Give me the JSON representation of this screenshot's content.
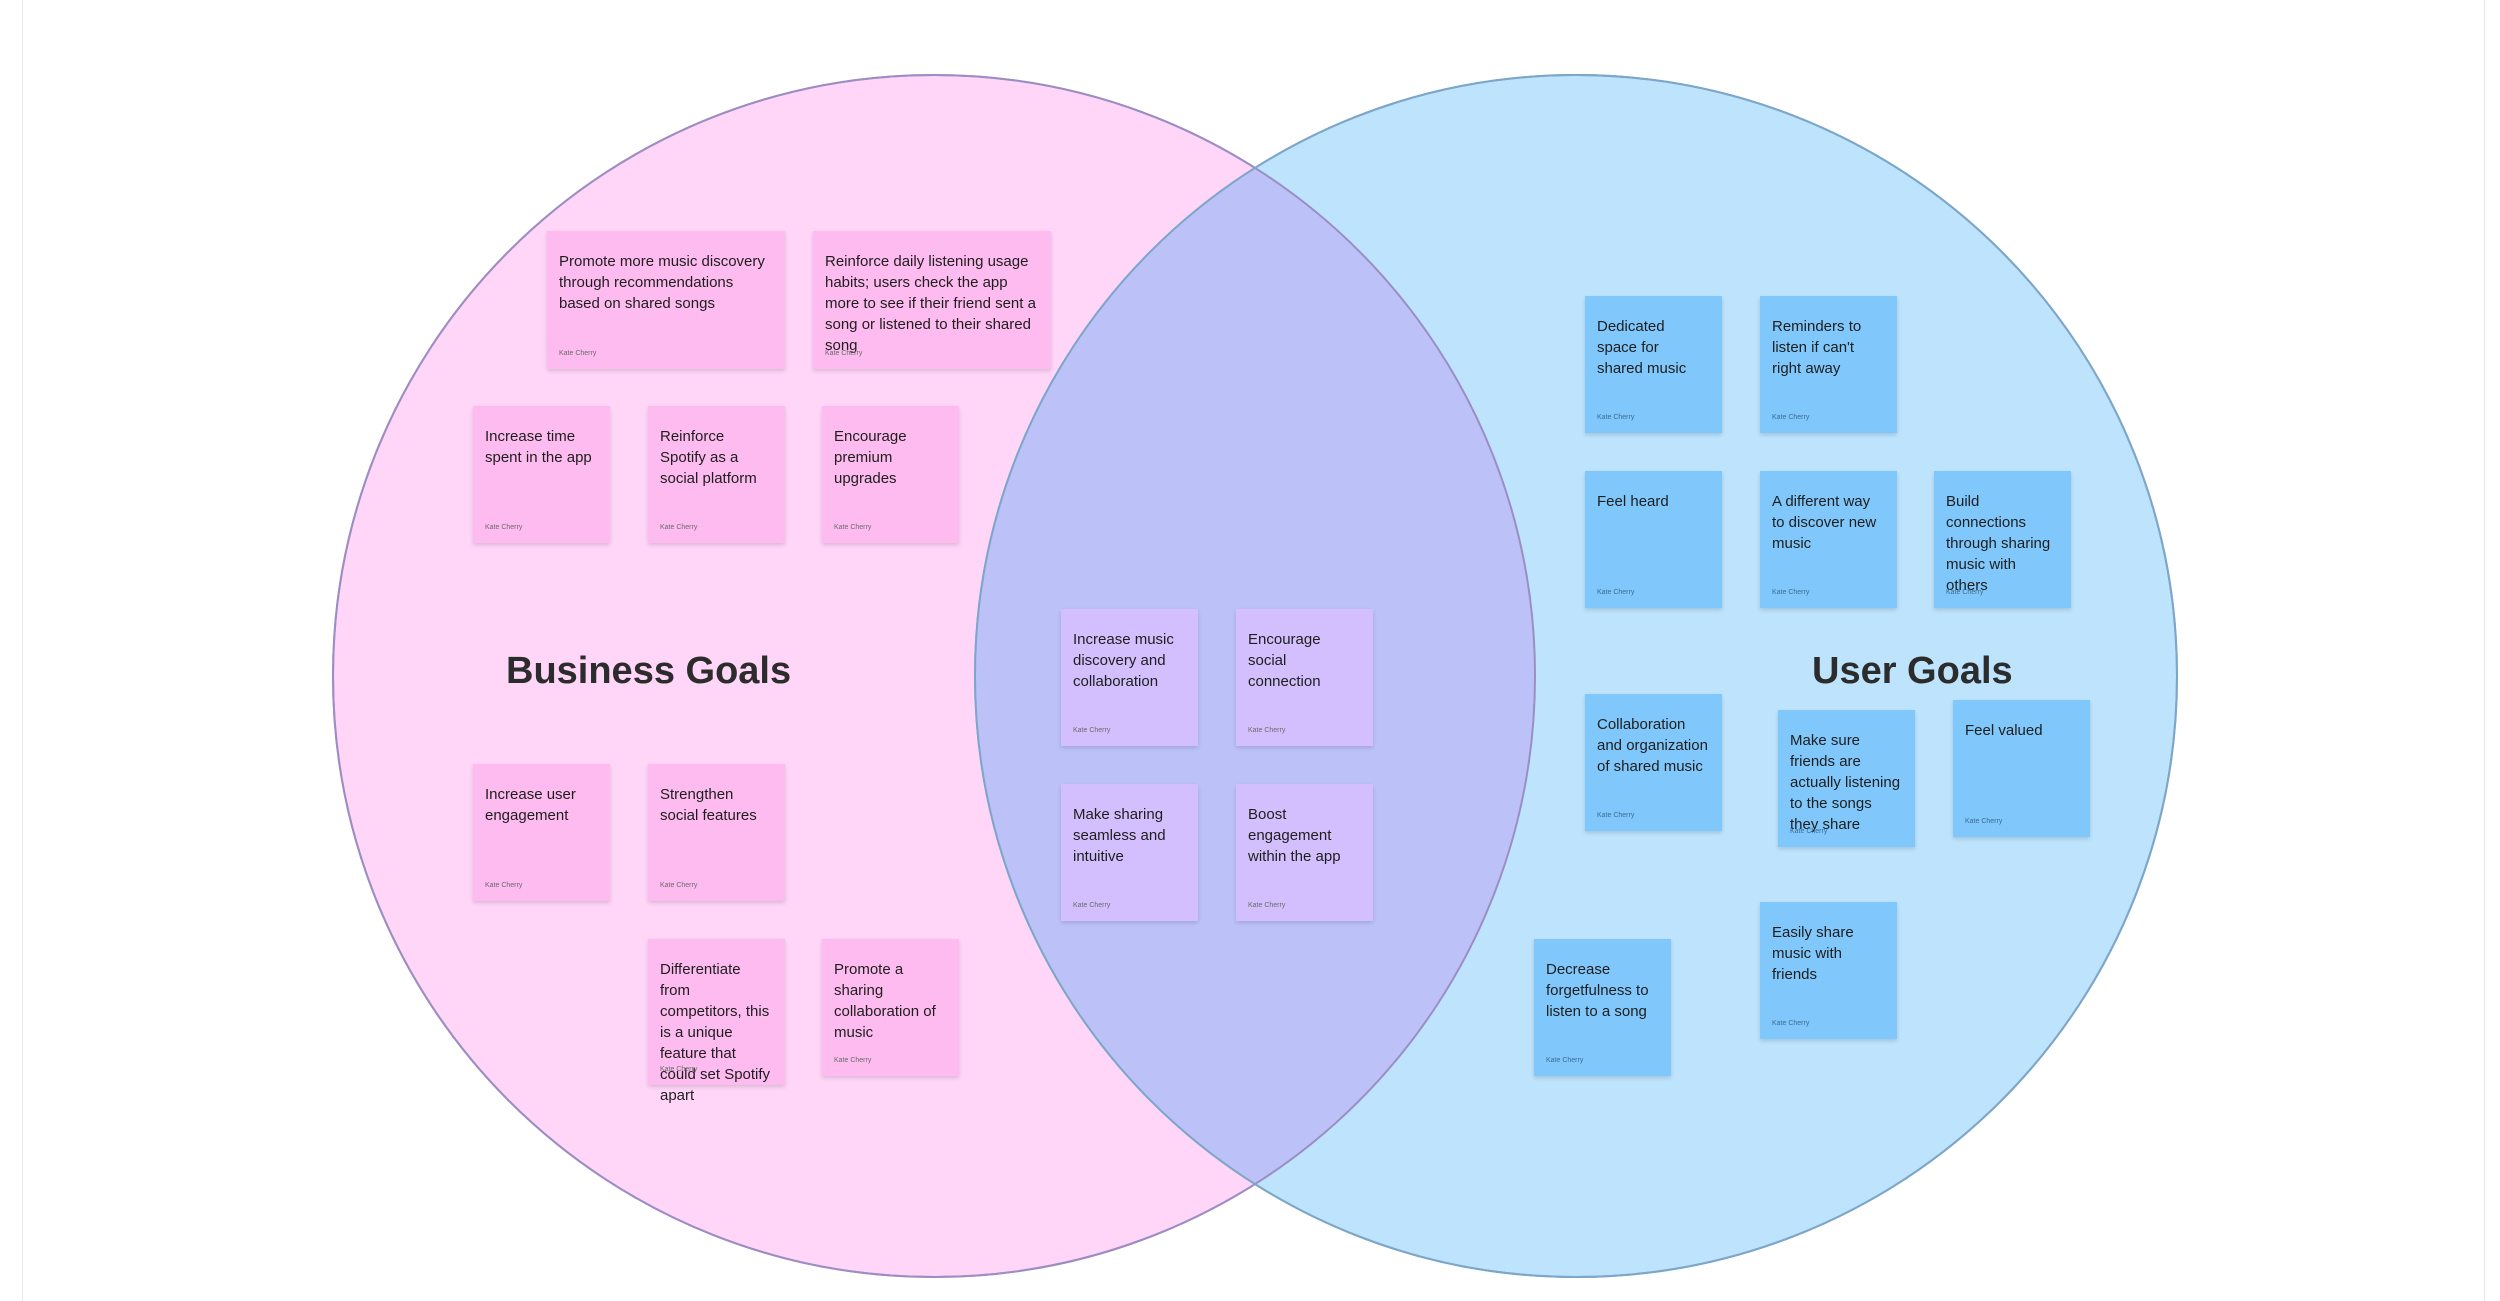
{
  "colors": {
    "business_circle": "#ffd6f8",
    "user_circle": "#bde3fd",
    "overlap": "#bcc2f8",
    "pink_note": "#fdbbef",
    "purple_note": "#d3bffd",
    "blue_note": "#80c7fb"
  },
  "labels": {
    "business": "Business Goals",
    "user": "User Goals"
  },
  "notes": {
    "business": [
      {
        "text": "Promote more music discovery through recommendations based on shared songs",
        "author": "Kate Cherry"
      },
      {
        "text": "Reinforce daily listening usage habits; users check the app more to see if their friend sent a song or listened to their shared song",
        "author": "Kate Cherry"
      },
      {
        "text": "Increase time spent in the app",
        "author": "Kate Cherry"
      },
      {
        "text": "Reinforce Spotify as a social platform",
        "author": "Kate Cherry"
      },
      {
        "text": "Encourage premium upgrades",
        "author": "Kate Cherry"
      },
      {
        "text": "Increase user engagement",
        "author": "Kate Cherry"
      },
      {
        "text": "Strengthen social features",
        "author": "Kate Cherry"
      },
      {
        "text": "Differentiate from competitors, this is a unique feature that could set Spotify apart",
        "author": "Kate Cherry"
      },
      {
        "text": "Promote a sharing collaboration of music",
        "author": "Kate Cherry"
      }
    ],
    "shared": [
      {
        "text": "Increase music discovery and collaboration",
        "author": "Kate Cherry"
      },
      {
        "text": "Encourage social connection",
        "author": "Kate Cherry"
      },
      {
        "text": "Make sharing seamless and intuitive",
        "author": "Kate Cherry"
      },
      {
        "text": "Boost engagement within the app",
        "author": "Kate Cherry"
      }
    ],
    "user": [
      {
        "text": "Dedicated space for shared music",
        "author": "Kate Cherry"
      },
      {
        "text": "Reminders to listen if can't right away",
        "author": "Kate Cherry"
      },
      {
        "text": "Feel heard",
        "author": "Kate Cherry"
      },
      {
        "text": "A different way to discover new music",
        "author": "Kate Cherry"
      },
      {
        "text": "Build connections through sharing music with others",
        "author": "Kate Cherry"
      },
      {
        "text": "Collaboration and organization of shared music",
        "author": "Kate Cherry"
      },
      {
        "text": "Make sure friends are actually listening to the songs they share",
        "author": "Kate Cherry"
      },
      {
        "text": "Feel valued",
        "author": "Kate Cherry"
      },
      {
        "text": "Easily share music with friends",
        "author": "Kate Cherry"
      },
      {
        "text": "Decrease forgetfulness to listen to a song",
        "author": "Kate Cherry"
      }
    ]
  }
}
